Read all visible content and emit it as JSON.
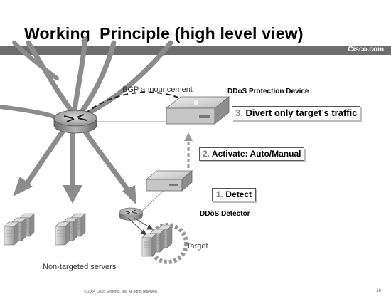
{
  "slide": {
    "title": "Working  Principle (high level view)",
    "brand": "Cisco.com",
    "labels": {
      "bgp": "BGP announcement",
      "protection_device": "DDoS Protection Device",
      "detector": "DDoS Detector",
      "target": "Target",
      "non_targeted": "Non-targeted servers"
    },
    "steps": [
      {
        "num": "3.",
        "text": " Divert only target’s traffic"
      },
      {
        "num": "2.",
        "text": " Activate: Auto/Manual"
      },
      {
        "num": "1.",
        "text": " Detect"
      }
    ],
    "footer": "© 2004 Cisco Systems, Inc. All rights reserved.",
    "page": "16"
  },
  "colors": {
    "arrow": "#8c8c8c",
    "bar": "#6e6e6e",
    "step_number": "#888888"
  },
  "icons": [
    "router-icon",
    "router-icon",
    "protection-device-icon",
    "detector-icon",
    "server-cluster-icon",
    "server-cluster-icon",
    "server-cluster-icon"
  ]
}
